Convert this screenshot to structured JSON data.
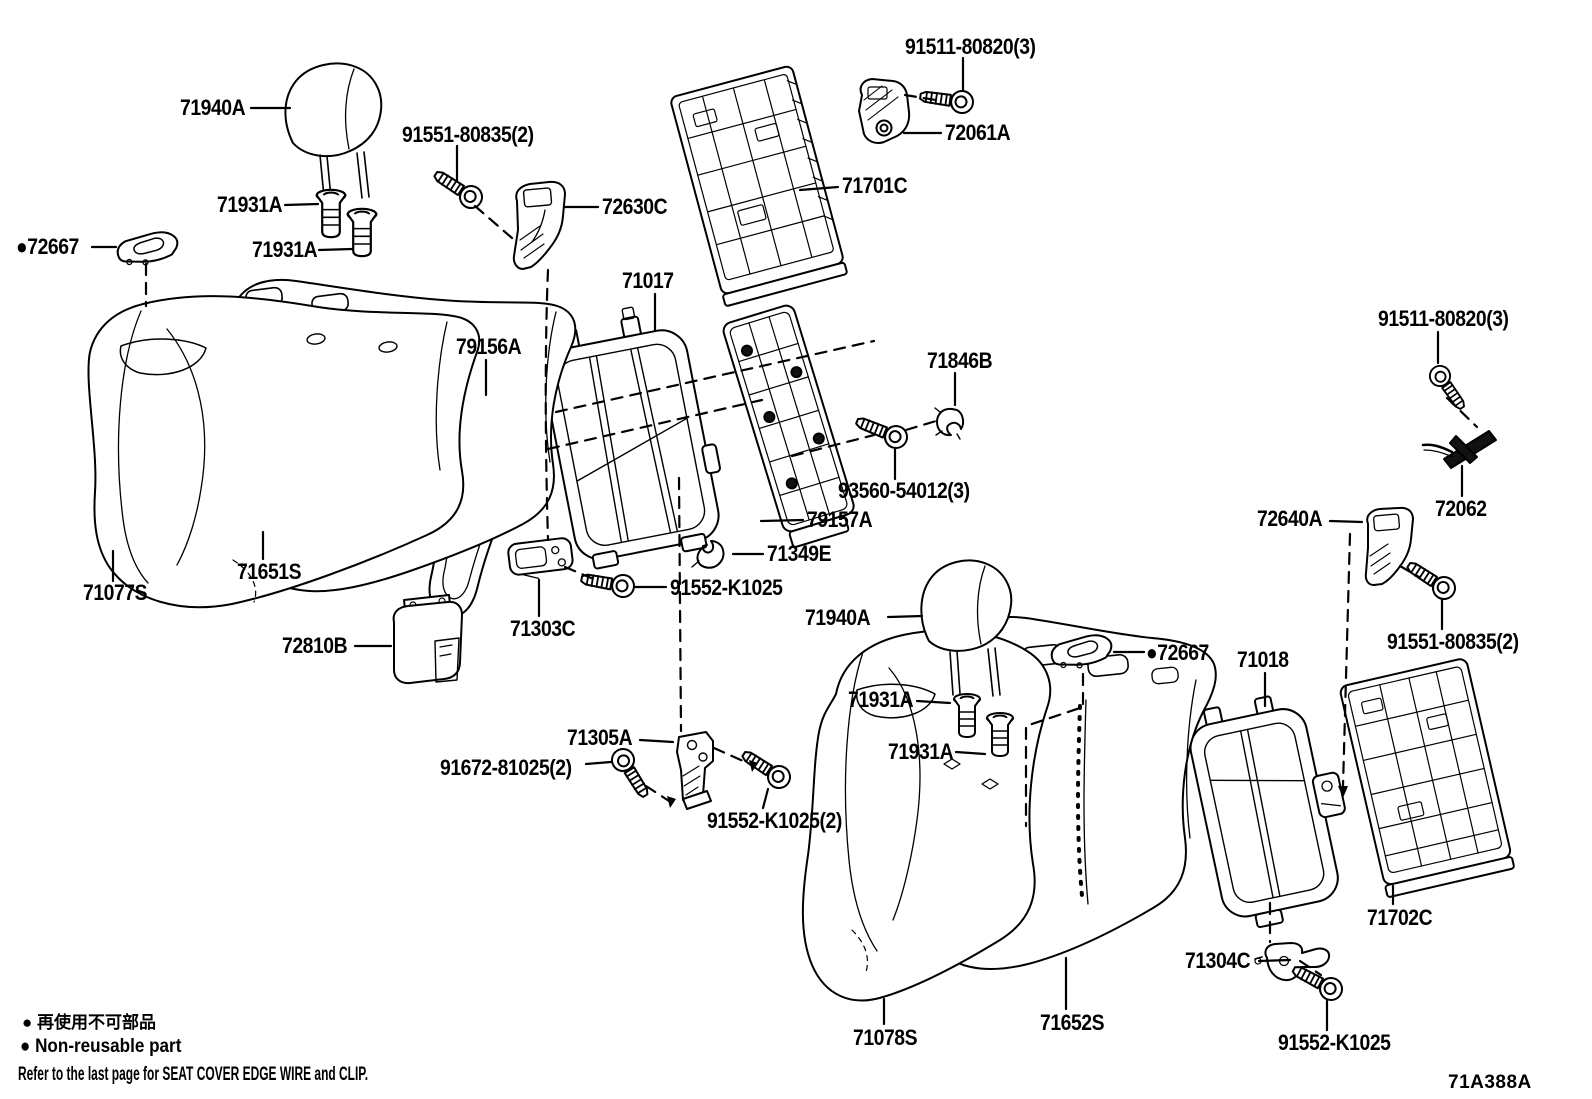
{
  "diagram": {
    "figure_code": "71A388A",
    "legend": {
      "jp": "●  再使用不可部品",
      "en": "●  Non-reusable part",
      "footer": "Refer to the last page for SEAT COVER EDGE WIRE and CLIP."
    },
    "labels": [
      "71940A",
      "91551-80835(2)",
      "71931A",
      "71931A",
      "●72667",
      "72630C",
      "71017",
      "79156A",
      "91511-80820(3)",
      "72061A",
      "71701C",
      "71846B",
      "93560-54012(3)",
      "79157A",
      "71349E",
      "91552-K1025",
      "71077S",
      "71651S",
      "71303C",
      "72810B",
      "71305A",
      "91672-81025(2)",
      "91552-K1025(2)",
      "91511-80820(3)",
      "72062",
      "72640A",
      "91551-80835(2)",
      "71940A",
      "●72667",
      "71018",
      "71931A",
      "71931A",
      "71702C",
      "71304C",
      "71652S",
      "71078S",
      "91552-K1025"
    ]
  }
}
